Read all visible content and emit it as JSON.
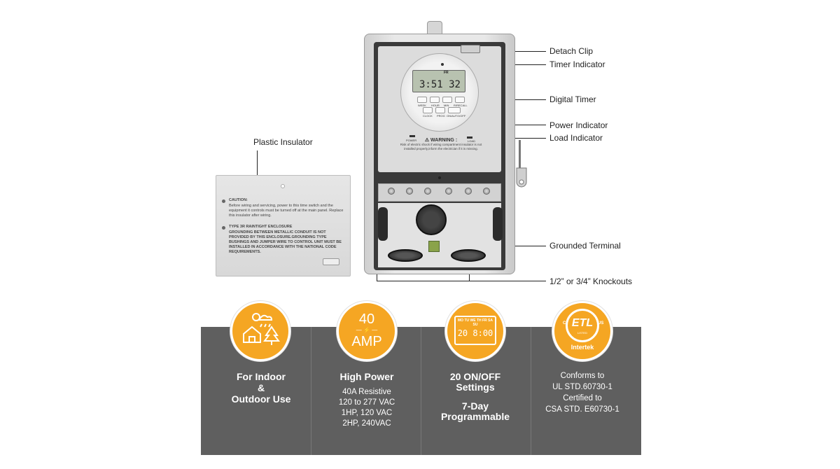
{
  "callouts": {
    "detach_clip": "Detach Clip",
    "timer_indicator": "Timer Indicator",
    "digital_timer": "Digital Timer",
    "power_indicator": "Power Indicator",
    "load_indicator": "Load Indicator",
    "grounded_terminal": "Grounded Terminal",
    "knockouts": "1/2” or 3/4” Knockouts",
    "plastic_insulator": "Plastic Insulator"
  },
  "insulator": {
    "caution_title": "CAUTION:",
    "caution_body": "Before wiring and servicing, power to this time switch and the equipment it controls must be turned off at the main panel. Replace this insulator after wiring.",
    "type3r_title": "TYPE 3R RAINTIGHT ENCLOSURE",
    "type3r_body": "GROUNDING BETWEEN METALLIC CONDUIT IS NOT PROVIDED BY THIS ENCLOSURE.GROUNDING TYPE BUSHINGS AND JUMPER WIRE TO CONTROL UNIT MUST BE INSTALLED IN ACCORDANCE WITH THE NATIONAL CODE REQUIREMENTS."
  },
  "timer": {
    "day": "FR",
    "display": "3:51 32",
    "buttons_row1": [
      "WEEK",
      "HOUR",
      "MIN",
      "R/RECALL"
    ],
    "buttons_row2": [
      "CLOCK",
      "PROG",
      "ON/AUTO/OFF"
    ],
    "power_label": "POWER",
    "load_label": "LOAD",
    "warning_title": "⚠ WARNING :",
    "warning_body": "Risk of electric shock if wiring compartment insulator is not installed properly,inform the electrician if it is missing."
  },
  "features": [
    {
      "icon": "weather-house-tree-icon",
      "title_lines": [
        "For Indoor",
        "&",
        "Outdoor Use"
      ],
      "detail_lines": []
    },
    {
      "icon": "amp-rating-icon",
      "badge_number": "40",
      "badge_unit": "AMP",
      "title_lines": [
        "High Power"
      ],
      "detail_lines": [
        "40A Resistive",
        "120 to 277 VAC",
        "1HP, 120 VAC",
        "2HP, 240VAC"
      ]
    },
    {
      "icon": "lcd-schedule-icon",
      "badge_days": "MO TU WE TH FR SA SU",
      "badge_time": "20 8:00",
      "title_lines": [
        "20 ON/OFF",
        "Settings"
      ],
      "title2_lines": [
        "7-Day",
        "Programmable"
      ]
    },
    {
      "icon": "etl-intertek-icon",
      "badge_mark": "ETL",
      "badge_c": "C",
      "badge_us": "US",
      "badge_listed": "LISTED",
      "badge_brand": "Intertek",
      "detail_lines": [
        "Conforms to",
        "UL STD.60730-1",
        "Certified to",
        "CSA STD. E60730-1"
      ]
    }
  ],
  "colors": {
    "badge": "#f5a623",
    "band": "#5f5f5f",
    "text_on_band": "#ffffff"
  }
}
